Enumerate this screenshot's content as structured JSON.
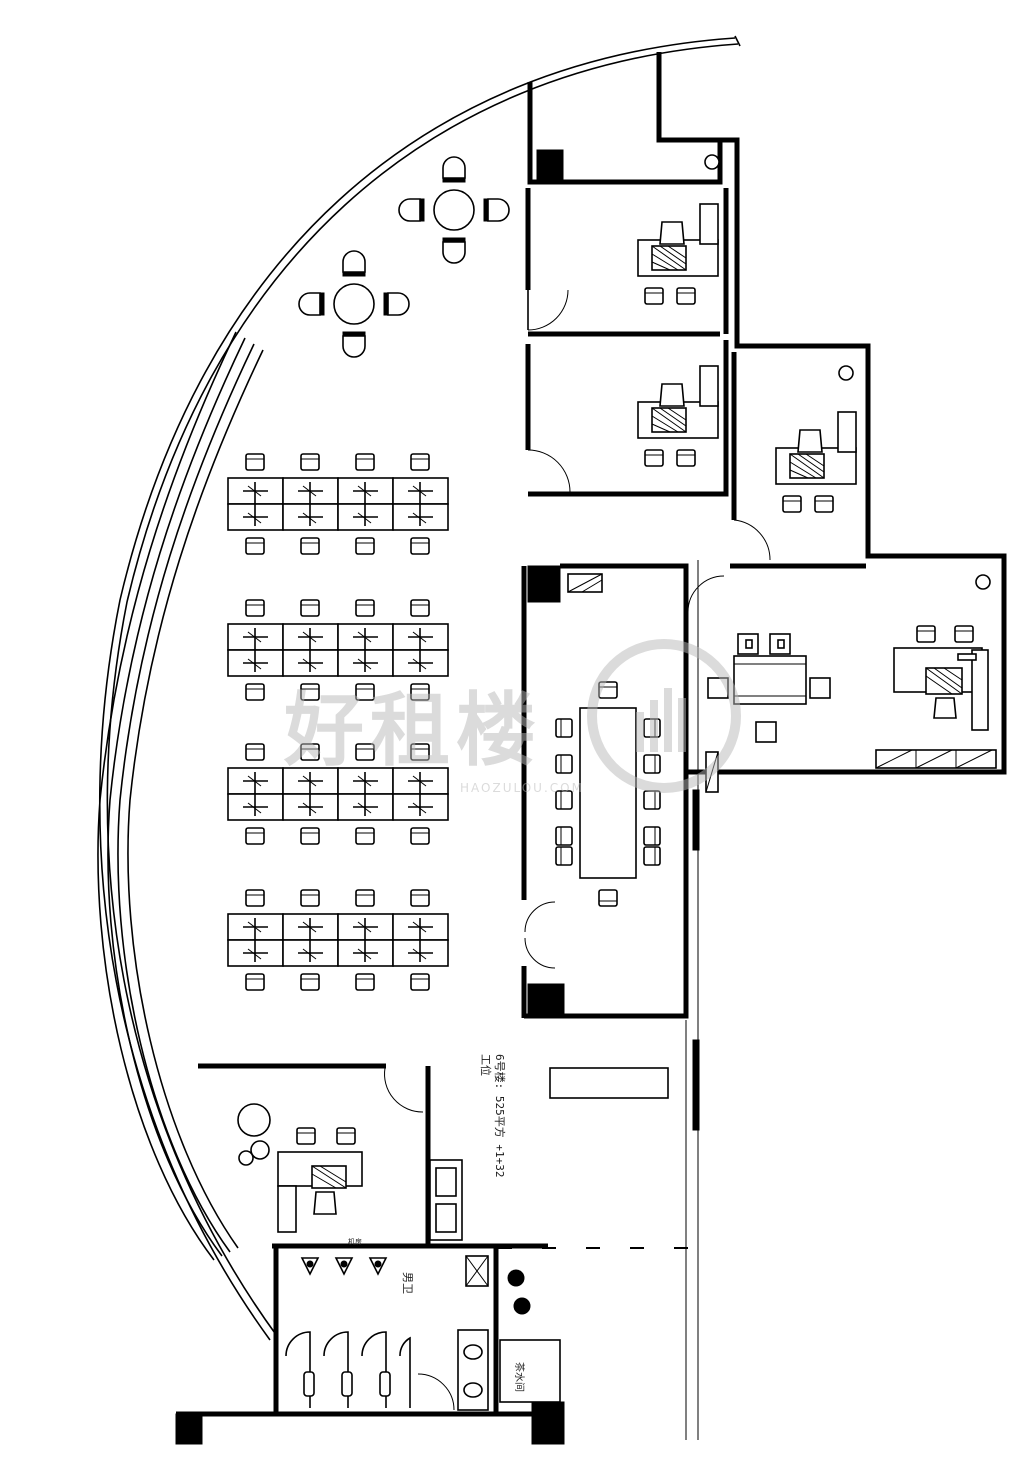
{
  "plan": {
    "area_label": "6号楼: 525平方 +1+32",
    "seat_label": "工位",
    "restroom_label": "男卫",
    "pantry_label": "茶水间",
    "tag_label": "机房"
  },
  "watermark": {
    "brand": "好租楼",
    "subtitle": "HAOZULOU.COM"
  },
  "colors": {
    "line": "#000000",
    "background": "#ffffff",
    "watermark": "#b8b8b8"
  }
}
